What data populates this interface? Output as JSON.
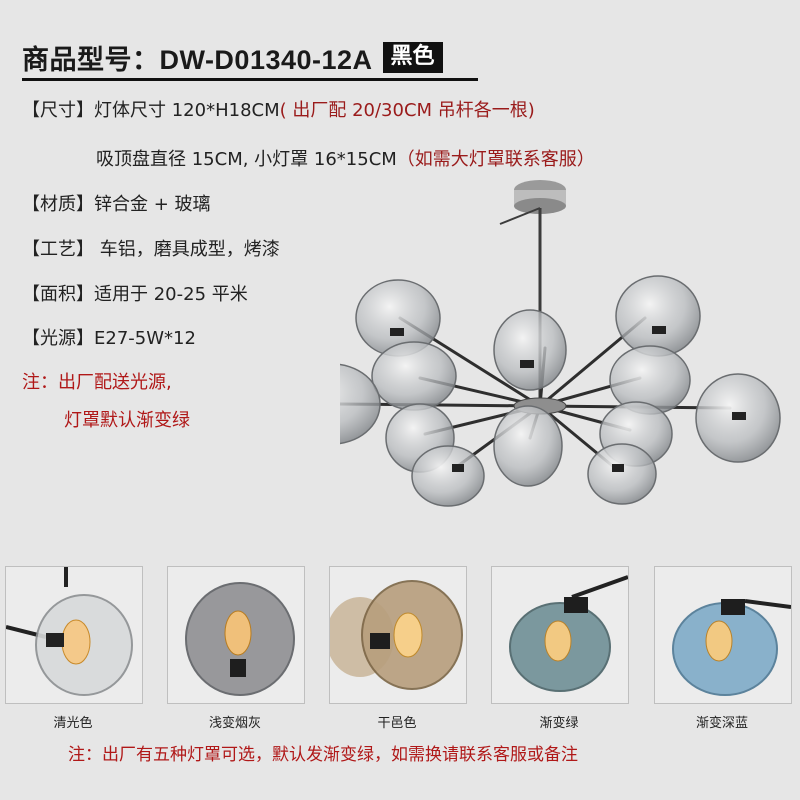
{
  "product": {
    "title": "商品型号：DW-D01340-12A",
    "color_badge": "黑色"
  },
  "specs": {
    "size_label": "【尺寸】",
    "size_line1_main": "灯体尺寸 120*H18CM",
    "size_line1_extra": "( 出厂配 20/30CM 吊杆各一根)",
    "size_line2_main": "吸顶盘直径 15CM, 小灯罩 16*15CM",
    "size_line2_extra": "（如需大灯罩联系客服）",
    "material": "【材质】锌合金 + 玻璃",
    "craft": "【工艺】 车铝，磨具成型，烤漆",
    "area": "【面积】适用于 20-25 平米",
    "light": "【光源】E27-5W*12"
  },
  "notes": {
    "line1": "注：出厂配送光源,",
    "line2": "灯罩默认渐变绿"
  },
  "shade_options": [
    {
      "name": "清光色",
      "color": "#c9ccce"
    },
    {
      "name": "浅变烟灰",
      "color": "#8f8f92"
    },
    {
      "name": "干邑色",
      "color": "#b79e7d"
    },
    {
      "name": "渐变绿",
      "color": "#6f8f96"
    },
    {
      "name": "渐变深蓝",
      "color": "#6f9fbf"
    }
  ],
  "bottom_note": "注：出厂有五种灯罩可选，默认发渐变绿，如需换请联系客服或备注",
  "colors": {
    "accent_red": "#9a1b1b",
    "note_red": "#b01818",
    "background": "#e6e6e6"
  }
}
